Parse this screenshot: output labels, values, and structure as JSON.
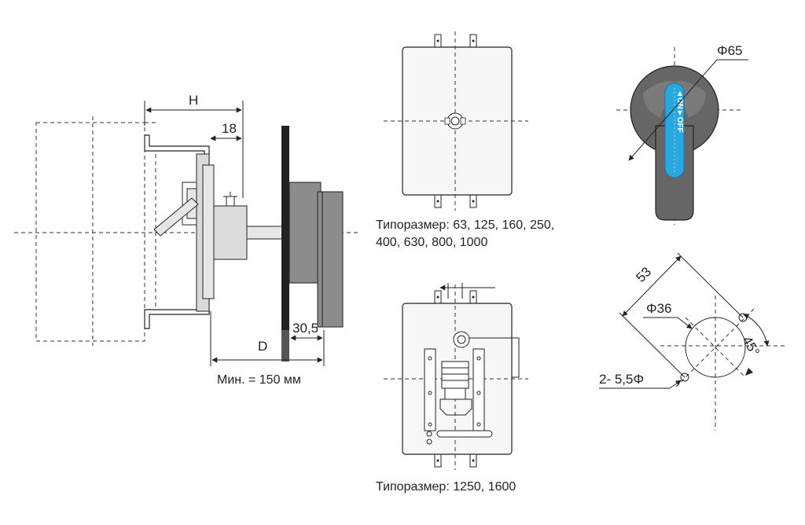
{
  "dimensions": {
    "h": "H",
    "d18": "18",
    "d": "D",
    "d30_5": "30,5",
    "phi65": "Φ65",
    "d53": "53",
    "phi36": "Φ36",
    "angle45": "45°",
    "holes": "2- 5,5Φ"
  },
  "captions": {
    "min_distance": "Мин. = 150 мм",
    "sizes_small_line1": "Типоразмер: 63, 125, 160, 250,",
    "sizes_small_line2": "400, 630, 800, 1000",
    "sizes_large": "Типоразмер: 1250, 1600"
  },
  "handle": {
    "label": "◄ON►OFF",
    "colors": {
      "body": "#666666",
      "stripe": "#29a8e0",
      "stripe_inner": "#1b74b8"
    }
  }
}
